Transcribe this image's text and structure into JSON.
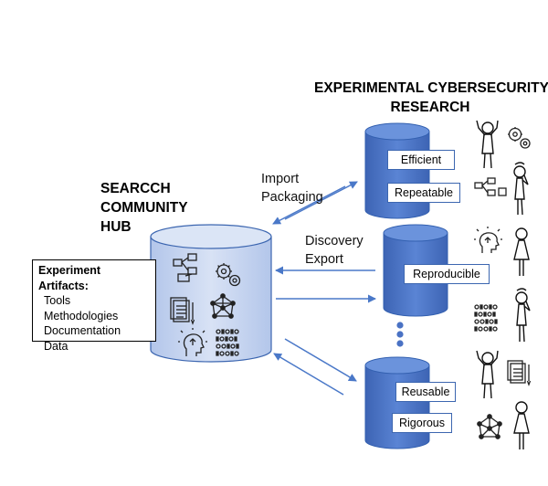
{
  "titles": {
    "right_line1": "EXPERIMENTAL CYBERSECURITY",
    "right_line2": "RESEARCH",
    "left_line1": "SEARCCH",
    "left_line2": "COMMUNITY",
    "left_line3": "HUB"
  },
  "flows": {
    "import": "Import",
    "packaging": "Packaging",
    "discovery": "Discovery",
    "export": "Export"
  },
  "artifacts_box": {
    "heading": "Experiment Artifacts:",
    "items": [
      "Tools",
      "Methodologies",
      "Documentation",
      "Data"
    ]
  },
  "research_tags": {
    "efficient": "Efficient",
    "repeatable": "Repeatable",
    "reproducible": "Reproducible",
    "reusable": "Reusable",
    "rigorous": "Rigorous"
  },
  "colors": {
    "cylinder_blue": "#4a72c4",
    "cylinder_light": "#c6d4ef",
    "arrow_blue": "#4a78c8"
  }
}
